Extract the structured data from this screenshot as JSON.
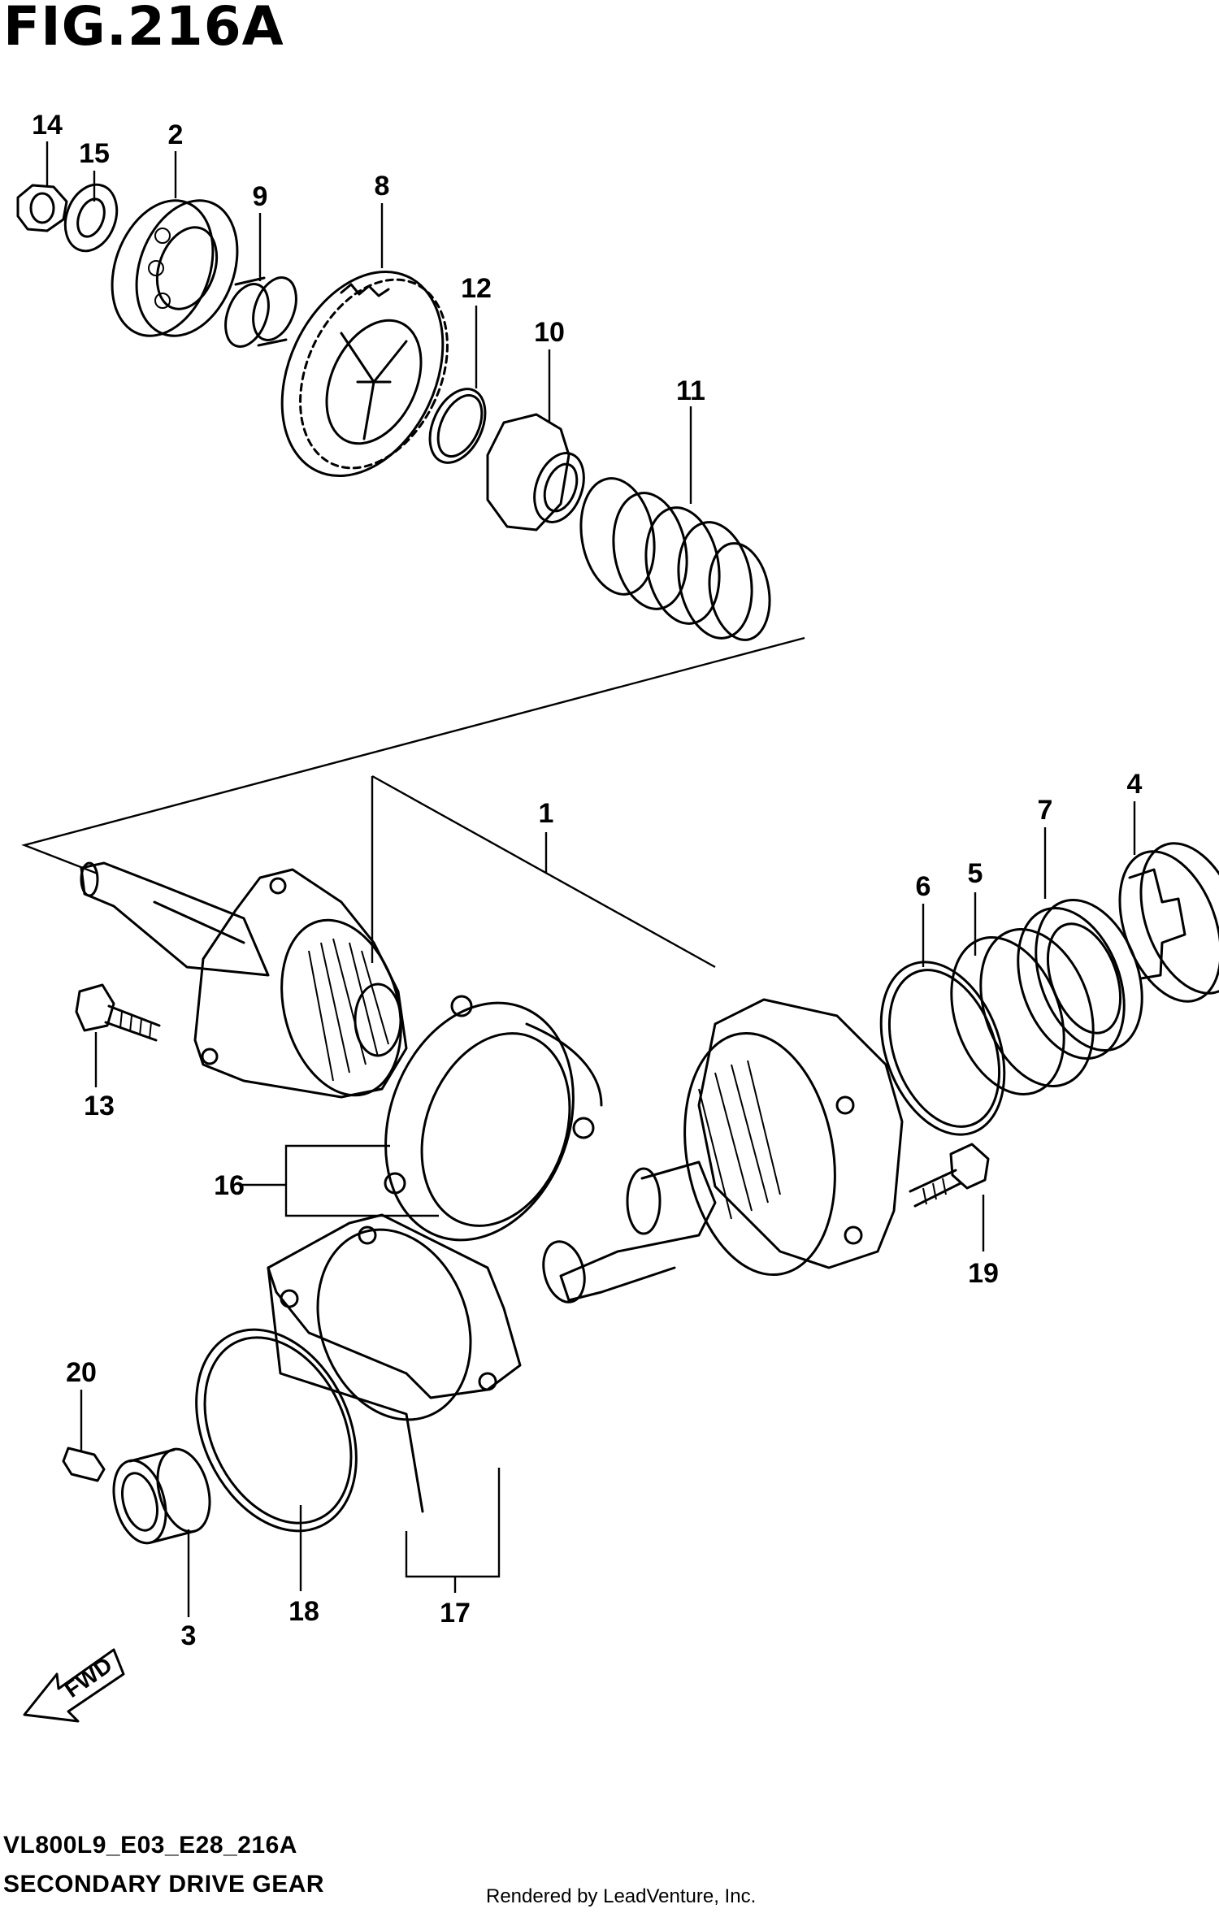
{
  "figure": {
    "title": "FIG.216A",
    "code": "VL800L9_E03_E28_216A",
    "name": "SECONDARY DRIVE GEAR",
    "credit": "Rendered by LeadVenture, Inc."
  },
  "callouts": {
    "c1": "1",
    "c2": "2",
    "c3": "3",
    "c4": "4",
    "c5": "5",
    "c6": "6",
    "c7": "7",
    "c8": "8",
    "c9": "9",
    "c10": "10",
    "c11": "11",
    "c12": "12",
    "c13": "13",
    "c14": "14",
    "c15": "15",
    "c16": "16",
    "c17": "17",
    "c18": "18",
    "c19": "19",
    "c20": "20"
  },
  "direction_marker": {
    "label": "FWD"
  },
  "colors": {
    "line": "#000000",
    "background": "#ffffff"
  }
}
